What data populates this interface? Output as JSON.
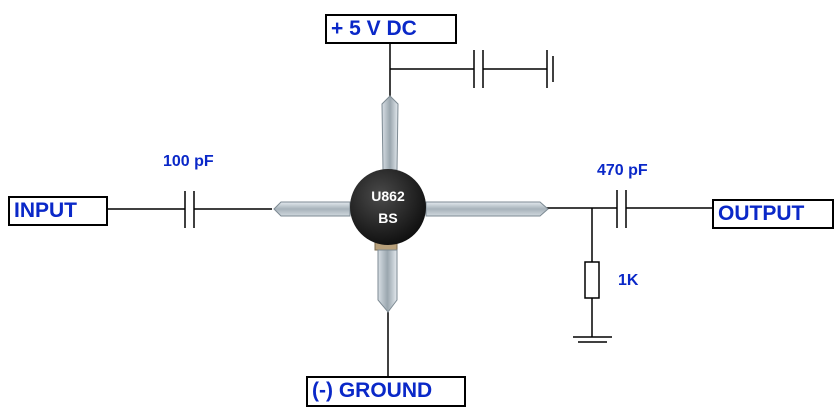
{
  "labels": {
    "supply": "+ 5 V DC",
    "input": "INPUT",
    "output": "OUTPUT",
    "ground": "(-) GROUND",
    "cap_in": "100 pF",
    "cap_out": "470 pF",
    "resistor": "1K",
    "chip_line1": "U862",
    "chip_line2": "BS"
  },
  "colors": {
    "label_text": "#0a28c8",
    "wire": "#000000",
    "chip_body": "#1a1a1a",
    "chip_text": "#ffffff",
    "lead": "#a9b4bc"
  }
}
